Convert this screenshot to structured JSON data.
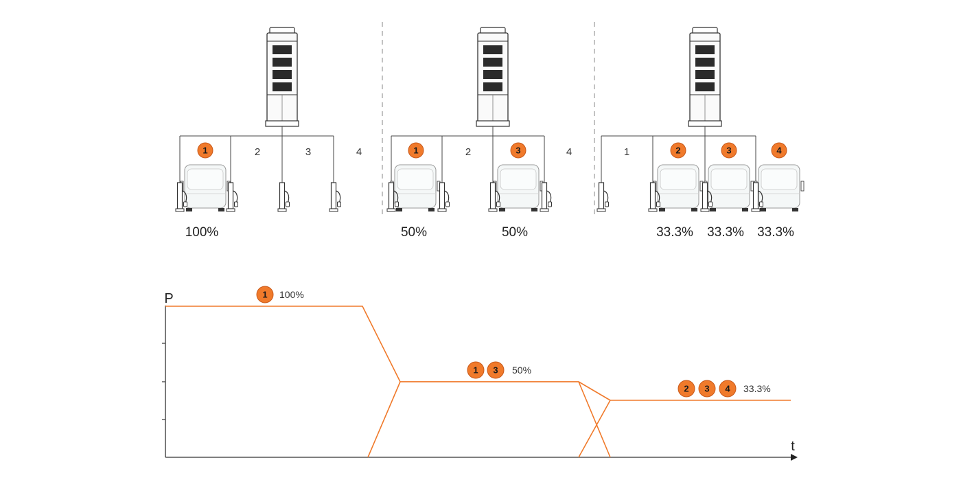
{
  "colors": {
    "accent": "#f07a2b",
    "badge_border": "#c8591a",
    "line": "#555555",
    "divider": "#9a9a9a"
  },
  "scenarios": [
    {
      "ports": [
        {
          "label": "1",
          "active": true
        },
        {
          "label": "2",
          "active": false
        },
        {
          "label": "3",
          "active": false
        },
        {
          "label": "4",
          "active": false
        }
      ],
      "shares": [
        "100%"
      ]
    },
    {
      "ports": [
        {
          "label": "1",
          "active": true
        },
        {
          "label": "2",
          "active": false
        },
        {
          "label": "3",
          "active": true
        },
        {
          "label": "4",
          "active": false
        }
      ],
      "shares": [
        "50%",
        "50%"
      ]
    },
    {
      "ports": [
        {
          "label": "1",
          "active": false
        },
        {
          "label": "2",
          "active": true
        },
        {
          "label": "3",
          "active": true
        },
        {
          "label": "4",
          "active": true
        }
      ],
      "shares": [
        "33.3%",
        "33.3%",
        "33.3%"
      ]
    }
  ],
  "graph": {
    "y_axis_label": "P",
    "x_axis_label": "t",
    "phases": [
      {
        "badges": [
          "1"
        ],
        "label": "100%"
      },
      {
        "badges": [
          "1",
          "3"
        ],
        "label": "50%"
      },
      {
        "badges": [
          "2",
          "3",
          "4"
        ],
        "label": "33.3%"
      }
    ]
  }
}
